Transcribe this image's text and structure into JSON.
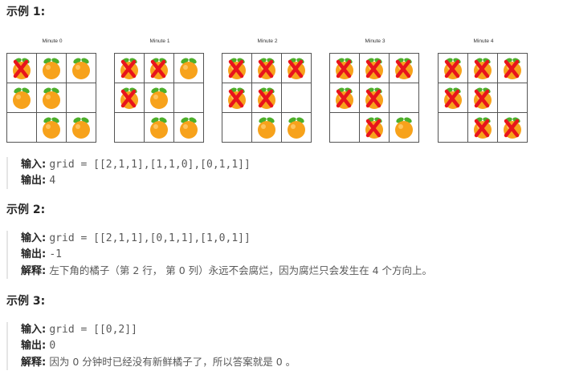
{
  "example1": {
    "heading": "示例 1:",
    "minutes": [
      {
        "label": "Minute 0",
        "cells": [
          "rotten",
          "fresh",
          "fresh",
          "fresh",
          "fresh",
          "empty",
          "empty",
          "fresh",
          "fresh"
        ]
      },
      {
        "label": "Minute 1",
        "cells": [
          "rotten",
          "rotten",
          "fresh",
          "rotten",
          "fresh",
          "empty",
          "empty",
          "fresh",
          "fresh"
        ]
      },
      {
        "label": "Minute 2",
        "cells": [
          "rotten",
          "rotten",
          "rotten",
          "rotten",
          "rotten",
          "empty",
          "empty",
          "fresh",
          "fresh"
        ]
      },
      {
        "label": "Minute 3",
        "cells": [
          "rotten",
          "rotten",
          "rotten",
          "rotten",
          "rotten",
          "empty",
          "empty",
          "rotten",
          "fresh"
        ]
      },
      {
        "label": "Minute 4",
        "cells": [
          "rotten",
          "rotten",
          "rotten",
          "rotten",
          "rotten",
          "empty",
          "empty",
          "rotten",
          "rotten"
        ]
      }
    ],
    "input_label": "输入:",
    "input_value": "grid = [[2,1,1],[1,1,0],[0,1,1]]",
    "output_label": "输出:",
    "output_value": "4"
  },
  "example2": {
    "heading": "示例 2:",
    "input_label": "输入:",
    "input_value": "grid = [[2,1,1],[0,1,1],[1,0,1]]",
    "output_label": "输出:",
    "output_value": "-1",
    "explain_label": "解释:",
    "explain_value": "左下角的橘子（第 2 行， 第 0 列）永远不会腐烂，因为腐烂只会发生在 4 个方向上。"
  },
  "example3": {
    "heading": "示例 3:",
    "input_label": "输入:",
    "input_value": "grid = [[0,2]]",
    "output_label": "输出:",
    "output_value": "0",
    "explain_label": "解释:",
    "explain_value": "因为 0 分钟时已经没有新鲜橘子了，所以答案就是 0 。"
  },
  "icons": {
    "fresh": "orange-icon",
    "rotten": "rotten-orange-icon"
  },
  "colors": {
    "orange": "#f7a21b",
    "leaf": "#4caf2a",
    "x_mark": "#e8141c"
  }
}
